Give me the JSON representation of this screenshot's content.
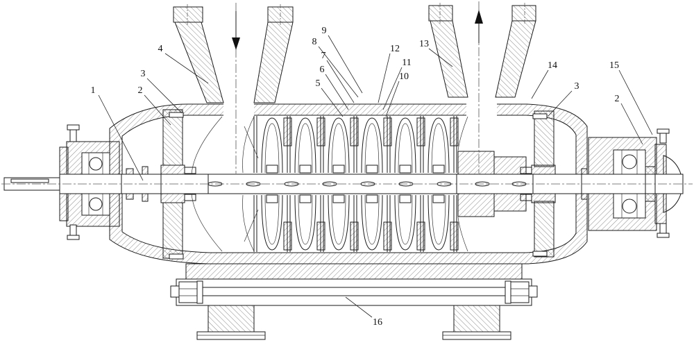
{
  "drawing": {
    "background": "#ffffff",
    "line_color": "#1a1a1a",
    "description_name": "multistage-pump-cross-section",
    "callouts": [
      {
        "text": "1"
      },
      {
        "text": "2"
      },
      {
        "text": "3"
      },
      {
        "text": "4"
      },
      {
        "text": "5"
      },
      {
        "text": "6"
      },
      {
        "text": "7"
      },
      {
        "text": "8"
      },
      {
        "text": "9"
      },
      {
        "text": "10"
      },
      {
        "text": "11"
      },
      {
        "text": "12"
      },
      {
        "text": "13"
      },
      {
        "text": "14"
      },
      {
        "text": "15"
      },
      {
        "text": "3"
      },
      {
        "text": "2"
      },
      {
        "text": "16"
      }
    ]
  }
}
